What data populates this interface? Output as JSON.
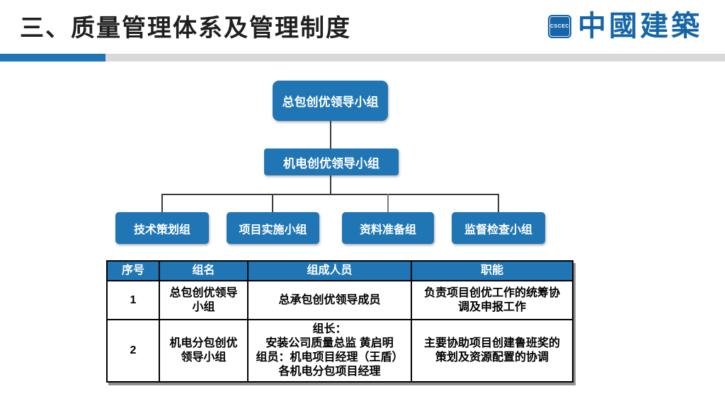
{
  "slide": {
    "title": "三、质量管理体系及管理制度",
    "accent_blue": "#2076b4",
    "divider_gray": "#d9d9d9"
  },
  "logo": {
    "mark_text": "CSCEC",
    "name_text": "中國建築",
    "brand_blue": "#1565a8"
  },
  "orgchart": {
    "level1": {
      "label": "总包创优领导小组"
    },
    "level2": {
      "label": "机电创优领导小组"
    },
    "level3": [
      {
        "label": "技术策划组"
      },
      {
        "label": "项目实施小组"
      },
      {
        "label": "资料准备组"
      },
      {
        "label": "监督检查小组"
      }
    ]
  },
  "table": {
    "headers": [
      "序号",
      "组名",
      "组成人员",
      "职能"
    ],
    "rows": [
      {
        "cells": [
          "1",
          "总包创优领导\n小组",
          "总承包创优领导成员",
          "负责项目创优工作的统筹协\n调及申报工作"
        ]
      },
      {
        "cells": [
          "2",
          "机电分包创优\n领导小组",
          "组长：\n安装公司质量总监  黄启明\n组员：机电项目经理（王盾）\n各机电分包项目经理",
          "主要协助项目创建鲁班奖的\n策划及资源配置的协调"
        ]
      }
    ]
  }
}
